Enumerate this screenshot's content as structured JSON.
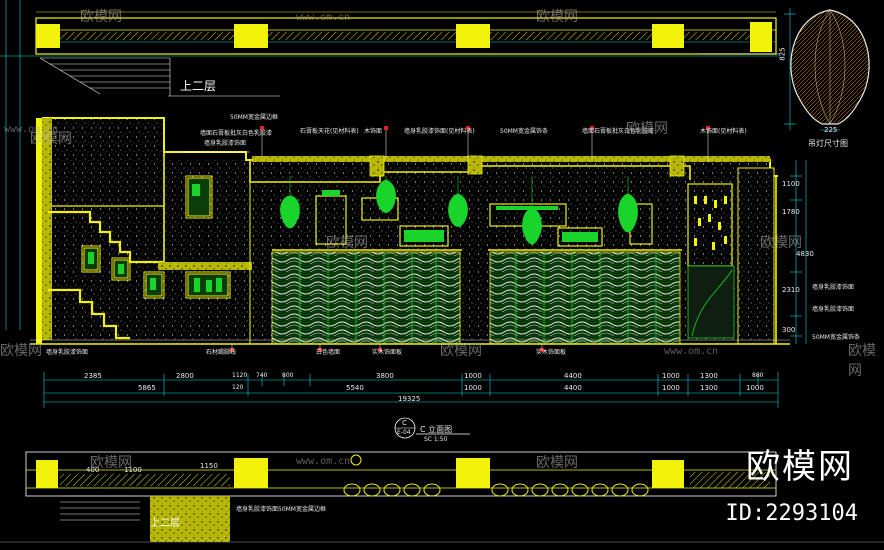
{
  "colors": {
    "bg": "#000000",
    "yellow": "#f2f20a",
    "green": "#19d42a",
    "cyan": "#00d8e8",
    "white": "#ffffff",
    "red": "#e02020",
    "grey": "#9a9a9a"
  },
  "floor_label": "上二层",
  "floor_label_bottom": "上二层",
  "lamp_title": "吊灯尺寸图",
  "lamp_dims": {
    "top": "825",
    "bottom": "225"
  },
  "section": {
    "title": "C  立面图",
    "scale": "SC 1:50",
    "marker_top": "C",
    "marker_bottom": "E-04"
  },
  "dims_row1": [
    "2385",
    "2800",
    "1120",
    "740",
    "800",
    "3800",
    "1000",
    "4400",
    "1000",
    "1300",
    "880"
  ],
  "dims_row2": [
    "5865",
    "120",
    "5540",
    "1000",
    "4400",
    "1000",
    "1300",
    "1000"
  ],
  "dims_total": "19325",
  "right_dims": [
    "1100",
    "1780",
    "4830",
    "2310",
    "300"
  ],
  "bottom_dims": [
    "400",
    "1150",
    "1100"
  ],
  "top_notes": [
    "50MM宽金属边框",
    "墙面石膏板批灰白色乳胶漆",
    "墙身乳胶漆饰面",
    "石膏板天花(见材料表)",
    "木饰面",
    "墙身乳胶漆饰面(见材料表)",
    "50MM宽金属饰条",
    "墙面石膏板批灰白色乳胶漆",
    "木饰面(见材料表)"
  ],
  "bottom_notes": [
    "墙身乳胶漆饰面",
    "石材踢脚线",
    "白色墙面",
    "实木饰面板",
    "实木饰面板"
  ],
  "right_notes": [
    "墙身乳胶漆饰面",
    "墙身乳胶漆饰面",
    "50MM宽金属饰条"
  ],
  "bottom_note": "墙身乳胶漆饰面50MM宽金属边框",
  "watermark": {
    "brand": "欧模网",
    "site": "www.om.cn"
  },
  "brand_mark": "欧模网",
  "brand_id": "ID:2293104"
}
